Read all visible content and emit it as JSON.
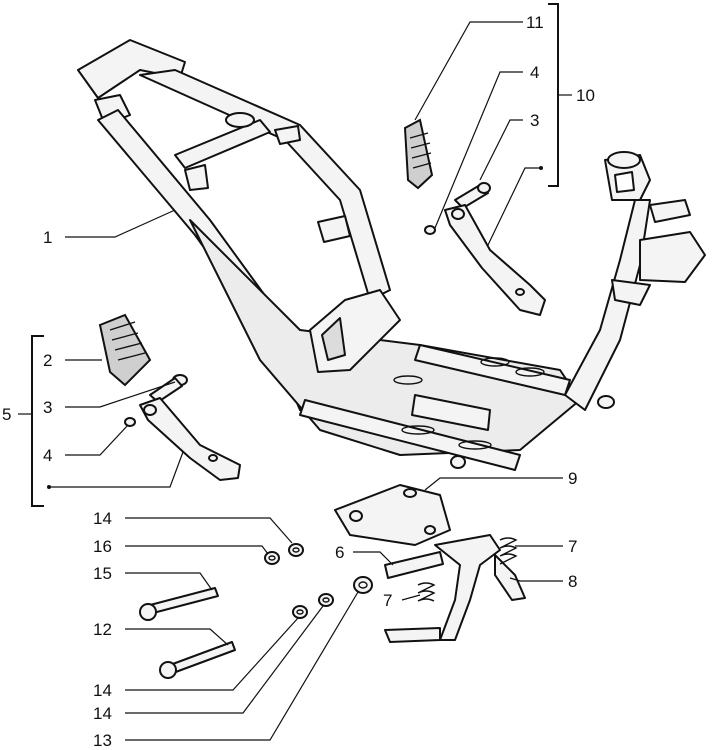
{
  "callouts": {
    "c1": "1",
    "c2": "2",
    "c3a": "3",
    "c3b": "3",
    "c4a": "4",
    "c4b": "4",
    "c5": "5",
    "c6": "6",
    "c7a": "7",
    "c7b": "7",
    "c8": "8",
    "c9": "9",
    "c10": "10",
    "c11": "11",
    "c12": "12",
    "c13": "13",
    "c14a": "14",
    "c14b": "14",
    "c14c": "14",
    "c15": "15",
    "c16": "16"
  }
}
